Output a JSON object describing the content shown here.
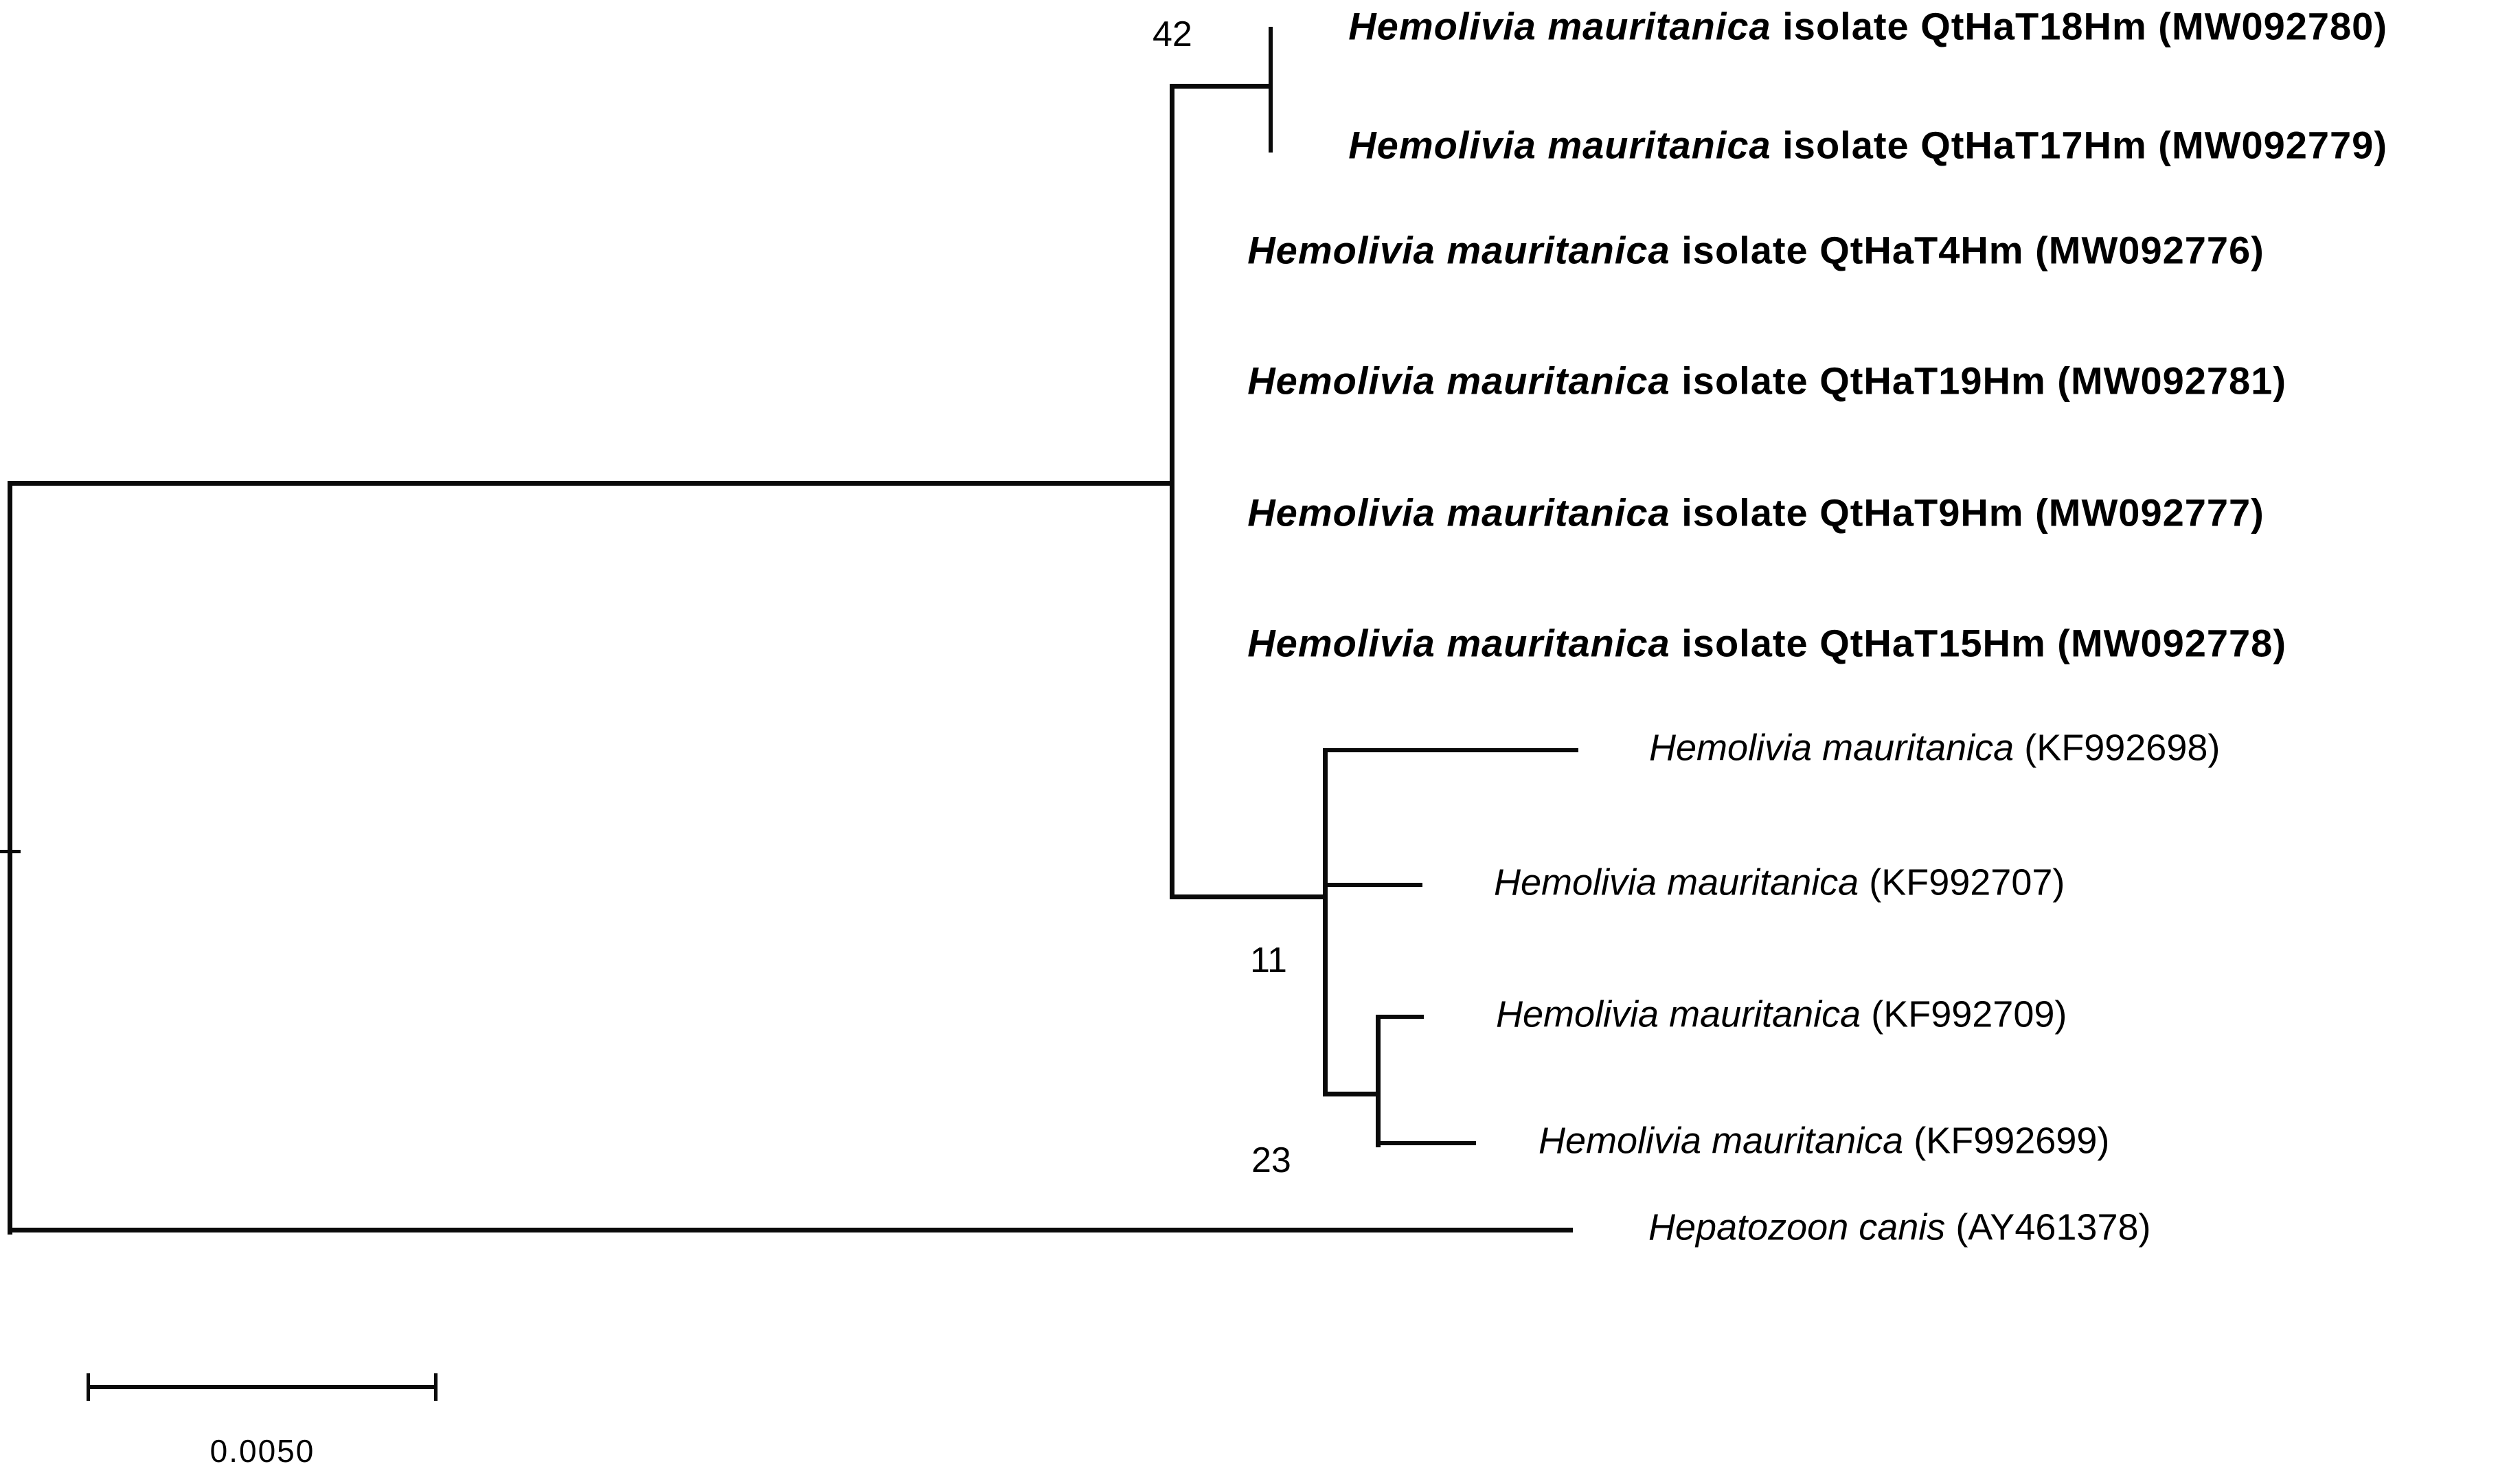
{
  "figure": {
    "type": "phylogenetic-tree",
    "taxa": [
      {
        "species": "Hemolivia mauritanica",
        "rest": " isolate QtHaT18Hm (MW092780)",
        "accession": "MW092780",
        "emphasis": "bold"
      },
      {
        "species": "Hemolivia mauritanica",
        "rest": " isolate QtHaT17Hm (MW092779)",
        "accession": "MW092779",
        "emphasis": "bold"
      },
      {
        "species": "Hemolivia mauritanica",
        "rest": " isolate QtHaT4Hm (MW092776)",
        "accession": "MW092776",
        "emphasis": "bold"
      },
      {
        "species": "Hemolivia mauritanica",
        "rest": " isolate QtHaT19Hm (MW092781)",
        "accession": "MW092781",
        "emphasis": "bold"
      },
      {
        "species": "Hemolivia mauritanica",
        "rest": " isolate QtHaT9Hm (MW092777)",
        "accession": "MW092777",
        "emphasis": "bold"
      },
      {
        "species": "Hemolivia mauritanica",
        "rest": " isolate QtHaT15Hm (MW092778)",
        "accession": "MW092778",
        "emphasis": "bold"
      },
      {
        "species": "Hemolivia mauritanica",
        "rest": " (KF992698)",
        "accession": "KF992698",
        "emphasis": "regular"
      },
      {
        "species": "Hemolivia mauritanica",
        "rest": " (KF992707)",
        "accession": "KF992707",
        "emphasis": "regular"
      },
      {
        "species": "Hemolivia mauritanica",
        "rest": " (KF992709)",
        "accession": "KF992709",
        "emphasis": "regular"
      },
      {
        "species": "Hemolivia mauritanica",
        "rest": " (KF992699)",
        "accession": "KF992699",
        "emphasis": "regular"
      },
      {
        "species": "Hepatozoon canis",
        "rest": " (AY461378)",
        "accession": "AY461378",
        "emphasis": "regular"
      }
    ],
    "bootstrap_values": {
      "node_42": "42",
      "node_11": "11",
      "node_23": "23"
    },
    "scale_bar": {
      "label": "0.0050"
    }
  }
}
